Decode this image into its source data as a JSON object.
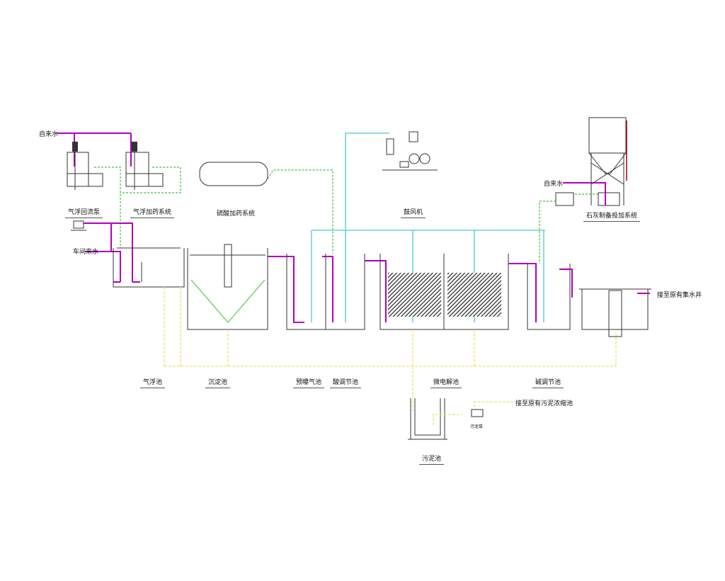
{
  "diagram": {
    "inputs": {
      "tap_water_left": "自来水",
      "tap_water_right": "自来水",
      "workshop_inflow": "车间来水",
      "to_collection_well": "接至原有集水井",
      "to_sludge_thickener": "接至原有污泥浓缩池"
    },
    "equipment": {
      "float_return_pump": "气浮回流泵",
      "float_dosing_system": "气浮加药系统",
      "sulfuric_acid_dosing": "硫酸加药系统",
      "blower": "鼓风机",
      "lime_dosing_system": "石灰制备投加系统",
      "sludge_pump": "污泥泵"
    },
    "tanks": {
      "flotation": "气浮池",
      "sedimentation": "沉淀池",
      "pre_aeration": "预曝气池",
      "acid_regulating": "酸调节池",
      "micro_electrolysis": "微电解池",
      "alkali_regulating": "碱调节池",
      "sludge": "污泥池"
    },
    "colors": {
      "water": "#b000b8",
      "air": "#4cc8d4",
      "chemical": "#40c040",
      "sludge": "#e6e46a"
    }
  }
}
